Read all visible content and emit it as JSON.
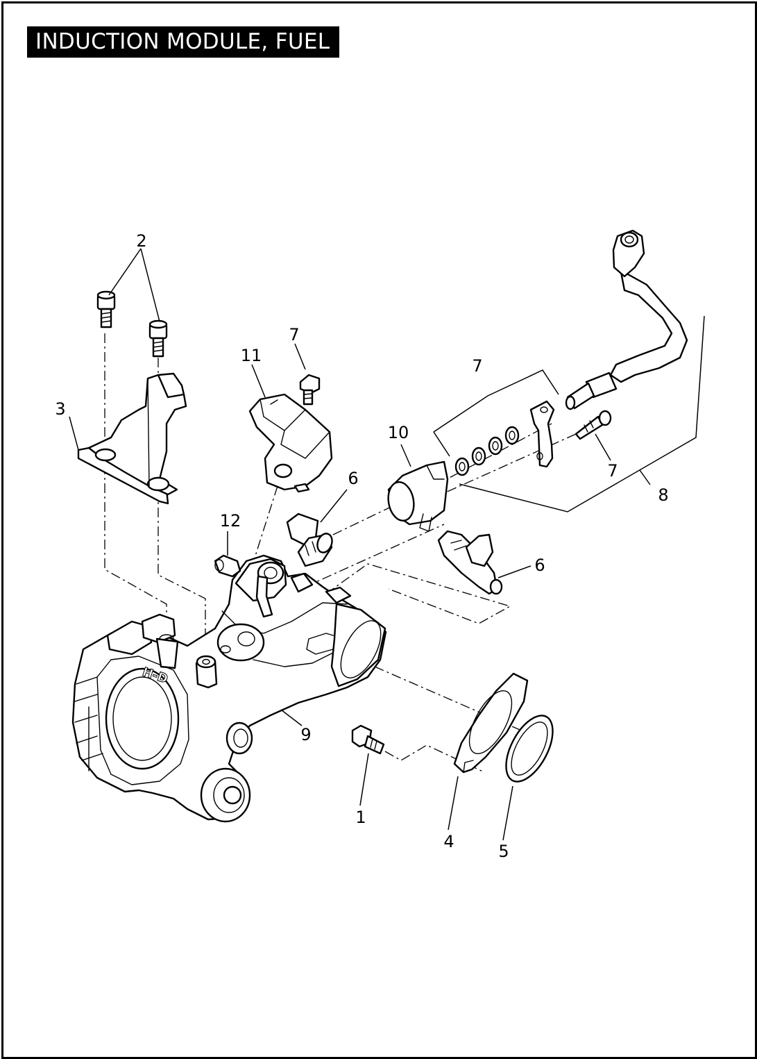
{
  "title": "INDUCTION MODULE, FUEL",
  "callouts": [
    {
      "id": "c1",
      "label": "1"
    },
    {
      "id": "c2",
      "label": "2"
    },
    {
      "id": "c3",
      "label": "3"
    },
    {
      "id": "c4",
      "label": "4"
    },
    {
      "id": "c5",
      "label": "5"
    },
    {
      "id": "c6a",
      "label": "6"
    },
    {
      "id": "c6b",
      "label": "6"
    },
    {
      "id": "c7a",
      "label": "7"
    },
    {
      "id": "c7b",
      "label": "7"
    },
    {
      "id": "c7c",
      "label": "7"
    },
    {
      "id": "c8",
      "label": "8"
    },
    {
      "id": "c9",
      "label": "9"
    },
    {
      "id": "c10",
      "label": "10"
    },
    {
      "id": "c11",
      "label": "11"
    },
    {
      "id": "c12",
      "label": "12"
    }
  ],
  "embossed_logo_text": "H-D"
}
